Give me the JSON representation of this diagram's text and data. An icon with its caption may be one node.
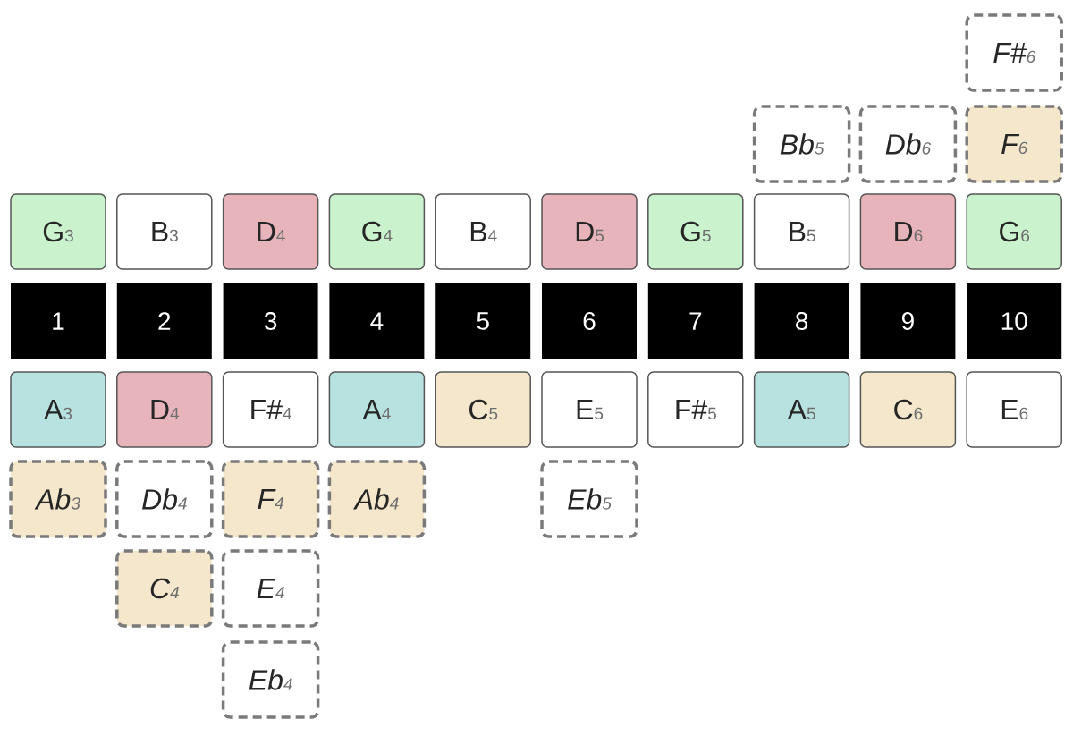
{
  "diagram": {
    "nodes": [
      {
        "text": [
          "F#",
          "6"
        ]
      },
      {
        "text": [
          "Bb",
          "5"
        ]
      },
      {
        "text": [
          "Db",
          "6"
        ]
      },
      {
        "text": [
          "F",
          "6"
        ]
      },
      {
        "text": [
          "G",
          "3"
        ]
      },
      {
        "text": [
          "B",
          "3"
        ]
      },
      {
        "text": [
          "D",
          "4"
        ]
      },
      {
        "text": [
          "G",
          "4"
        ]
      },
      {
        "text": [
          "B",
          "4"
        ]
      },
      {
        "text": [
          "D",
          "5"
        ]
      },
      {
        "text": [
          "G",
          "5"
        ]
      },
      {
        "text": [
          "B",
          "5"
        ]
      },
      {
        "text": [
          "D",
          "6"
        ]
      },
      {
        "text": [
          "G",
          "6"
        ]
      },
      {
        "text": [
          "1"
        ]
      },
      {
        "text": [
          "2"
        ]
      },
      {
        "text": [
          "3"
        ]
      },
      {
        "text": [
          "4"
        ]
      },
      {
        "text": [
          "5"
        ]
      },
      {
        "text": [
          "6"
        ]
      },
      {
        "text": [
          "7"
        ]
      },
      {
        "text": [
          "8"
        ]
      },
      {
        "text": [
          "9"
        ]
      },
      {
        "text": [
          "10"
        ]
      },
      {
        "text": [
          "A",
          "3"
        ]
      },
      {
        "text": [
          "D",
          "4"
        ]
      },
      {
        "text": [
          "F#",
          "4"
        ]
      },
      {
        "text": [
          "A",
          "4"
        ]
      },
      {
        "text": [
          "C",
          "5"
        ]
      },
      {
        "text": [
          "E",
          "5"
        ]
      },
      {
        "text": [
          "F#",
          "5"
        ]
      },
      {
        "text": [
          "A",
          "5"
        ]
      },
      {
        "text": [
          "C",
          "6"
        ]
      },
      {
        "text": [
          "E",
          "6"
        ]
      },
      {
        "text": [
          "Ab",
          "3"
        ]
      },
      {
        "text": [
          "Db",
          "4"
        ]
      },
      {
        "text": [
          "F",
          "4"
        ]
      },
      {
        "text": [
          "Ab",
          "4"
        ]
      },
      {
        "text": [
          "Eb",
          "5"
        ]
      },
      {
        "text": [
          "C",
          "4"
        ]
      },
      {
        "text": [
          "E",
          "4"
        ]
      },
      {
        "text": [
          "Eb",
          "4"
        ]
      }
    ]
  }
}
